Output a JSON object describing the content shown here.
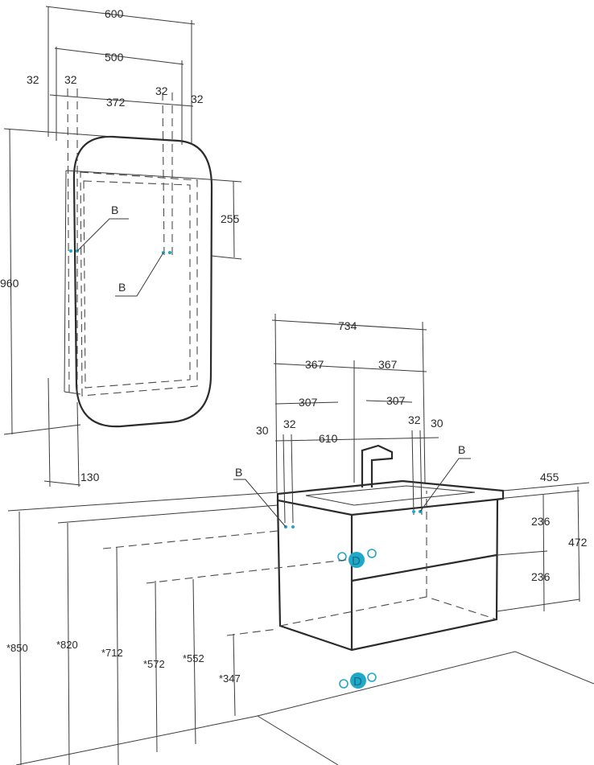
{
  "mirror": {
    "dims": {
      "w600": "600",
      "w500": "500",
      "w372": "372",
      "l32a": "32",
      "l32b": "32",
      "r32a": "32",
      "r32b": "32",
      "h255": "255",
      "h960": "960",
      "d130": "130"
    },
    "labels": {
      "b_left": "B",
      "b_right": "B"
    }
  },
  "cabinet": {
    "dims": {
      "w734": "734",
      "w367a": "367",
      "w367b": "367",
      "w307a": "307",
      "w307b": "307",
      "w610": "610",
      "l30": "30",
      "l32": "32",
      "r32": "32",
      "r30": "30",
      "depth455": "455",
      "h236a": "236",
      "h236b": "236",
      "h472": "472"
    },
    "labels": {
      "b_left": "B",
      "b_right": "B",
      "d_upper": "D",
      "d_lower": "D"
    }
  },
  "heights": {
    "h850": "*850",
    "h820": "*820",
    "h712": "*712",
    "h572": "*572",
    "h552": "*552",
    "h347": "*347"
  },
  "colors": {
    "connector": "#21a7c8",
    "line": "#2b2b2b"
  }
}
